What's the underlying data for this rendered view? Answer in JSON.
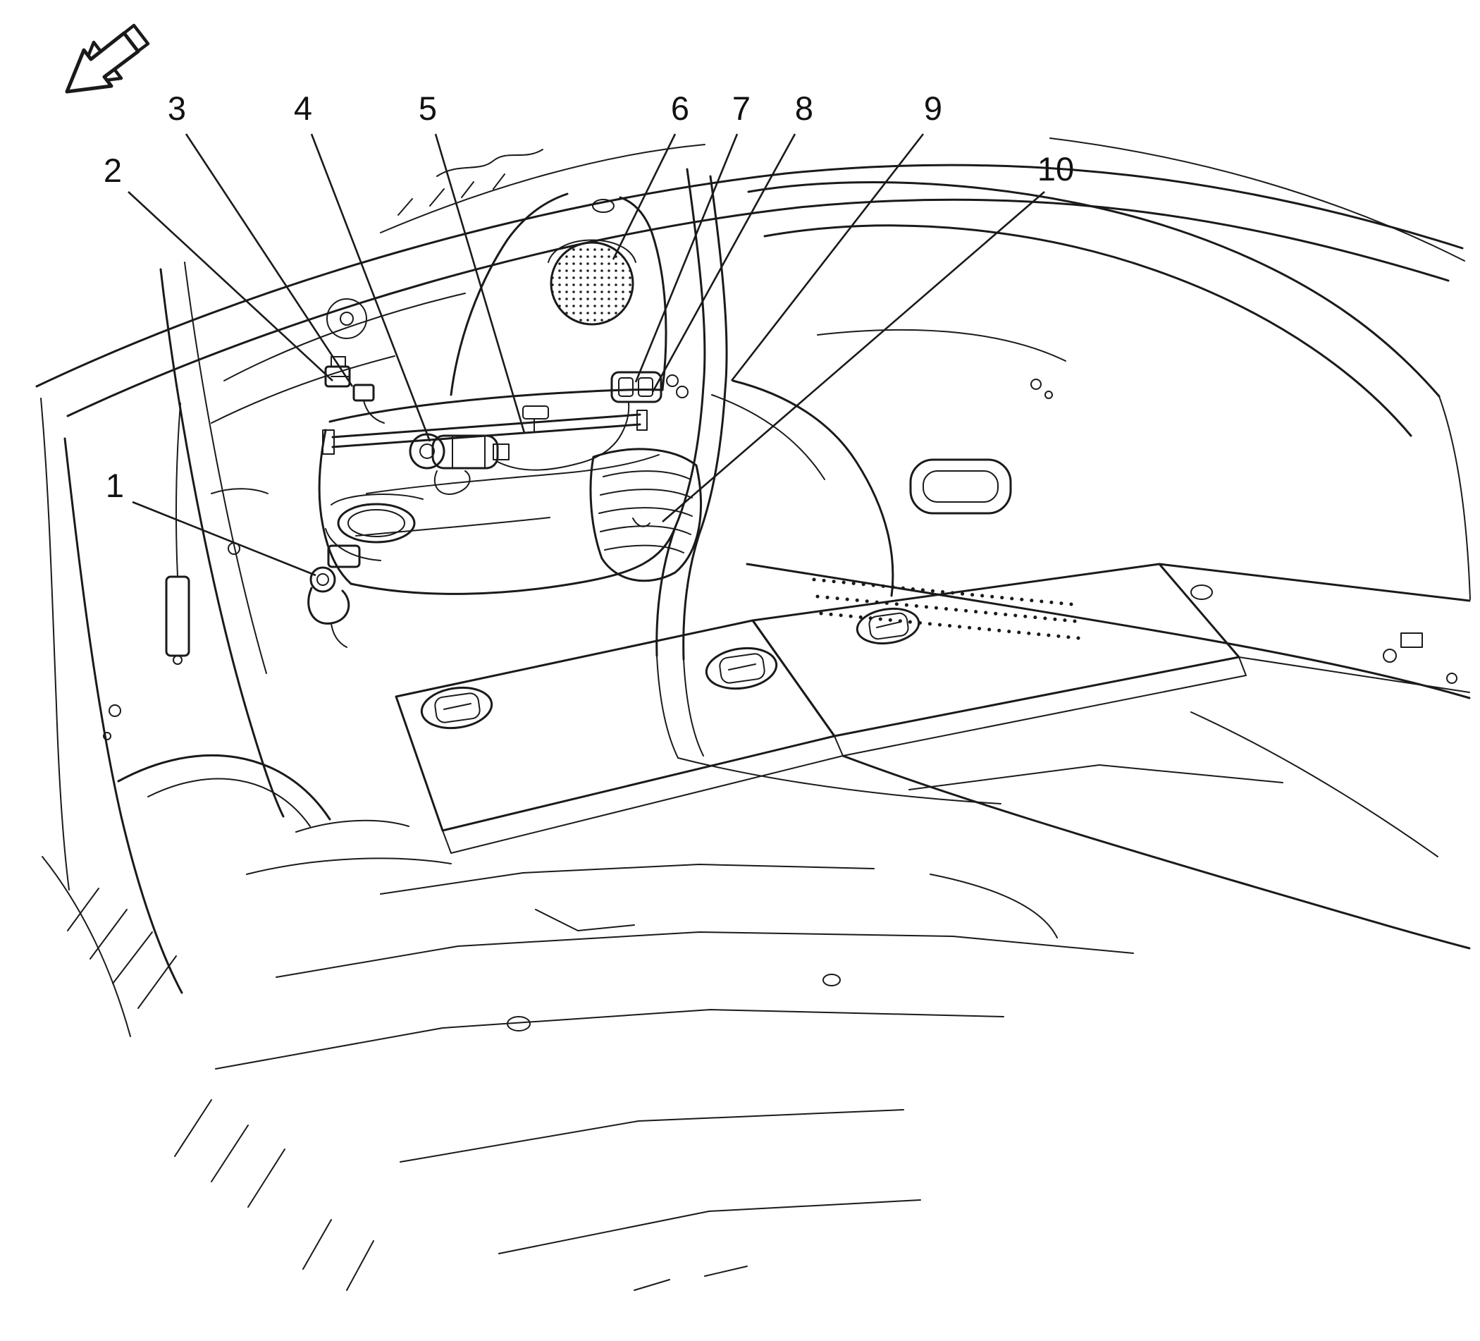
{
  "figure": {
    "callouts": [
      {
        "label": "1"
      },
      {
        "label": "2"
      },
      {
        "label": "3"
      },
      {
        "label": "4"
      },
      {
        "label": "5"
      },
      {
        "label": "6"
      },
      {
        "label": "7"
      },
      {
        "label": "8"
      },
      {
        "label": "9"
      },
      {
        "label": "10"
      }
    ],
    "icons": {
      "direction_arrow": "↙"
    }
  }
}
